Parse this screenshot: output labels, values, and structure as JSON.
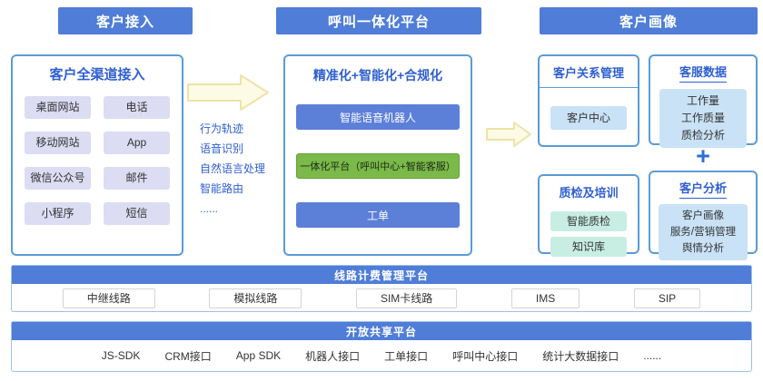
{
  "banners": {
    "access": "客户接入",
    "platform": "呼叫一体化平台",
    "profile": "客户画像"
  },
  "omnichannel": {
    "title": "客户全渠道接入",
    "items": [
      "桌面网站",
      "电话",
      "移动网站",
      "App",
      "微信公众号",
      "邮件",
      "小程序",
      "短信"
    ]
  },
  "capabilities": [
    "行为轨迹",
    "语音识别",
    "自然语言处理",
    "智能路由",
    "......"
  ],
  "platform": {
    "title": "精准化+智能化+合规化",
    "modules": [
      {
        "label": "智能语音机器人",
        "color": "blue"
      },
      {
        "label": "一体化平台（呼叫中心+智能客服）",
        "color": "green"
      },
      {
        "label": "工单",
        "color": "blue"
      }
    ]
  },
  "crm": {
    "title": "客户关系管理",
    "item": "客户中心"
  },
  "service_data": {
    "title": "客服数据",
    "items": [
      "工作量",
      "工作质量",
      "质检分析"
    ]
  },
  "plus": "+",
  "quality": {
    "title": "质检及培训",
    "items": [
      "智能质检",
      "知识库"
    ]
  },
  "analysis": {
    "title": "客户分析",
    "items": [
      "客户画像",
      "服务/营销管理",
      "舆情分析"
    ]
  },
  "billing": {
    "title": "线路计费管理平台",
    "items": [
      "中继线路",
      "模拟线路",
      "SIM卡线路",
      "IMS",
      "SIP"
    ]
  },
  "open_platform": {
    "title": "开放共享平台",
    "items": [
      "JS-SDK",
      "CRM接口",
      "App SDK",
      "机器人接口",
      "工单接口",
      "呼叫中心接口",
      "统计大数据接口",
      "......"
    ]
  },
  "colors": {
    "banner_blue": "#4f7dd8",
    "panel_border": "#5b9bd5",
    "title_blue": "#2f5fd0",
    "chip_purple": "#dcdcf3",
    "module_blue": "#5c7fd8",
    "module_green": "#7ab94a",
    "chip_lightblue": "#c9e2f6",
    "chip_teal": "#c8eee4",
    "arrow_fill": "#fdfae5",
    "arrow_stroke": "#eee3a8"
  }
}
